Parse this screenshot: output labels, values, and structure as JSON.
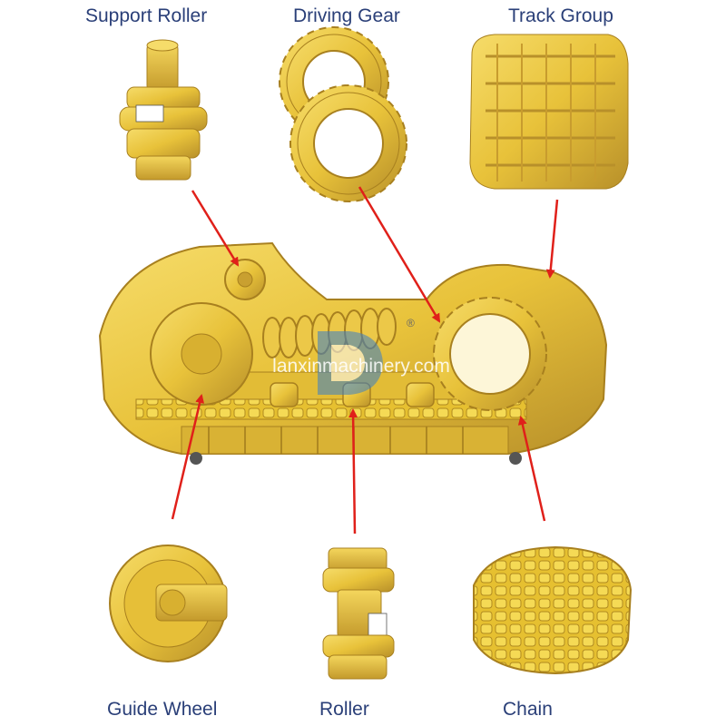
{
  "labels": {
    "support_roller": "Support Roller",
    "driving_gear": "Driving Gear",
    "track_group": "Track Group",
    "guide_wheel": "Guide Wheel",
    "roller": "Roller",
    "chain": "Chain"
  },
  "watermark": "lanxinmachinery.com",
  "registered_mark": "®",
  "colors": {
    "part_yellow": "#e8c23a",
    "part_shadow": "#b8902a",
    "arrow_red": "#e0201a",
    "label_text": "#2a3f78"
  }
}
